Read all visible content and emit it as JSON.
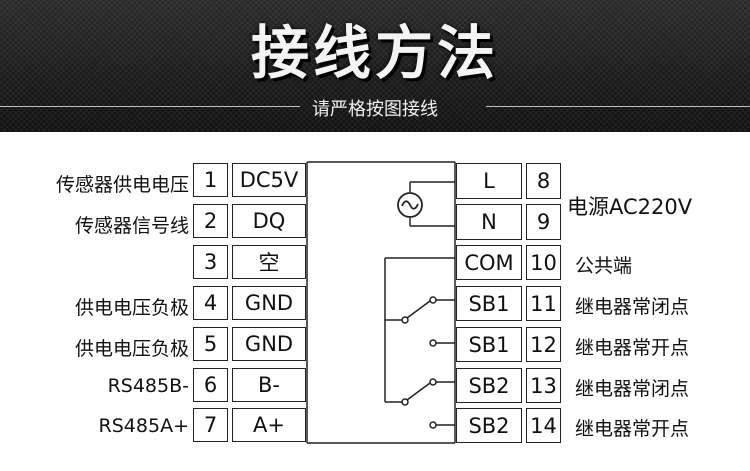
{
  "header": {
    "title": "接线方法",
    "subtitle": "请严格按图接线"
  },
  "left_terminals": [
    {
      "num": "1",
      "signal": "DC5V",
      "label": "传感器供电电压"
    },
    {
      "num": "2",
      "signal": "DQ",
      "label": "传感器信号线"
    },
    {
      "num": "3",
      "signal": "空",
      "label": ""
    },
    {
      "num": "4",
      "signal": "GND",
      "label": "供电电压负极"
    },
    {
      "num": "5",
      "signal": "GND",
      "label": "供电电压负极"
    },
    {
      "num": "6",
      "signal": "B-",
      "label": "RS485B-"
    },
    {
      "num": "7",
      "signal": "A+",
      "label": "RS485A+"
    }
  ],
  "right_terminals": [
    {
      "num": "8",
      "signal": "L",
      "label": ""
    },
    {
      "num": "9",
      "signal": "N",
      "label": ""
    },
    {
      "num": "10",
      "signal": "COM",
      "label": "公共端"
    },
    {
      "num": "11",
      "signal": "SB1",
      "label": "继电器常闭点"
    },
    {
      "num": "12",
      "signal": "SB1",
      "label": "继电器常开点"
    },
    {
      "num": "13",
      "signal": "SB2",
      "label": "继电器常闭点"
    },
    {
      "num": "14",
      "signal": "SB2",
      "label": "继电器常开点"
    }
  ],
  "power_label": "电源AC220V",
  "icons": {
    "ac_source": "ac-source-icon",
    "relay_contact": "relay-switch-icon"
  }
}
